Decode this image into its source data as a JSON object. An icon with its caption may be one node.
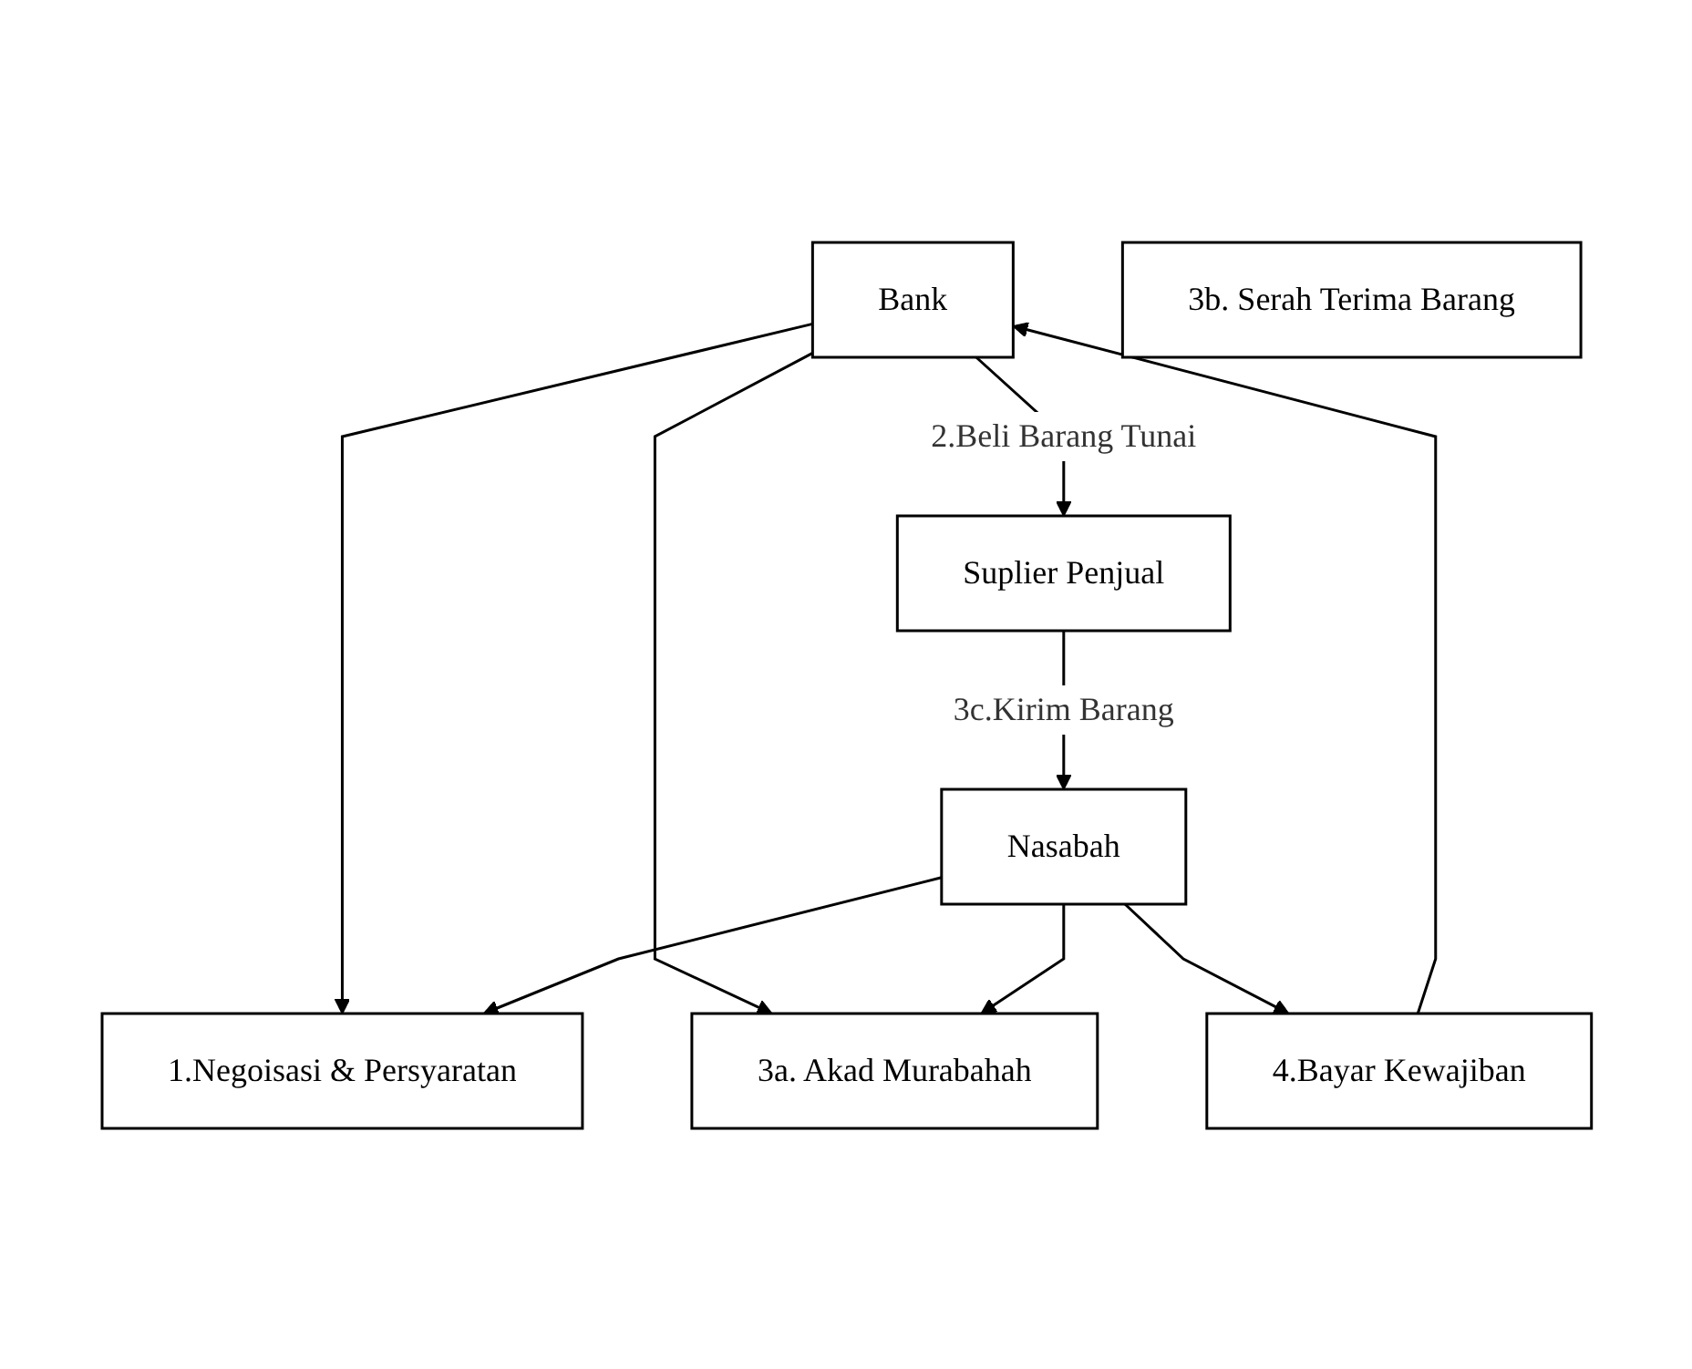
{
  "diagram": {
    "nodes": [
      {
        "text": [
          "1.Negoisasi & Persyaratan"
        ]
      },
      {
        "text": [
          "3a. Akad Murabahah"
        ]
      },
      {
        "text": [
          "Bank"
        ]
      },
      {
        "text": [
          "3b. Serah Terima Barang"
        ]
      },
      {
        "text": [
          "Nasabah"
        ]
      },
      {
        "text": [
          "4.Bayar Kewajiban"
        ]
      },
      {
        "text": [
          "Suplier Penjual"
        ]
      }
    ],
    "edges": [
      {
        "from": 2,
        "to": 0,
        "arrow": "to"
      },
      {
        "from": 4,
        "to": 0,
        "arrow": "to"
      },
      {
        "from": 2,
        "to": 1,
        "arrow": "to"
      },
      {
        "from": 4,
        "to": 1,
        "arrow": "to"
      },
      {
        "from": 4,
        "to": 5,
        "arrow": "to"
      },
      {
        "from": 5,
        "to": 2,
        "arrow": "to"
      },
      {
        "from": 2,
        "to": 6,
        "label": "2.Beli Barang Tunai",
        "arrow": "to"
      },
      {
        "from": 6,
        "to": 4,
        "label": "3c.Kirim Barang",
        "arrow": "to"
      }
    ]
  }
}
